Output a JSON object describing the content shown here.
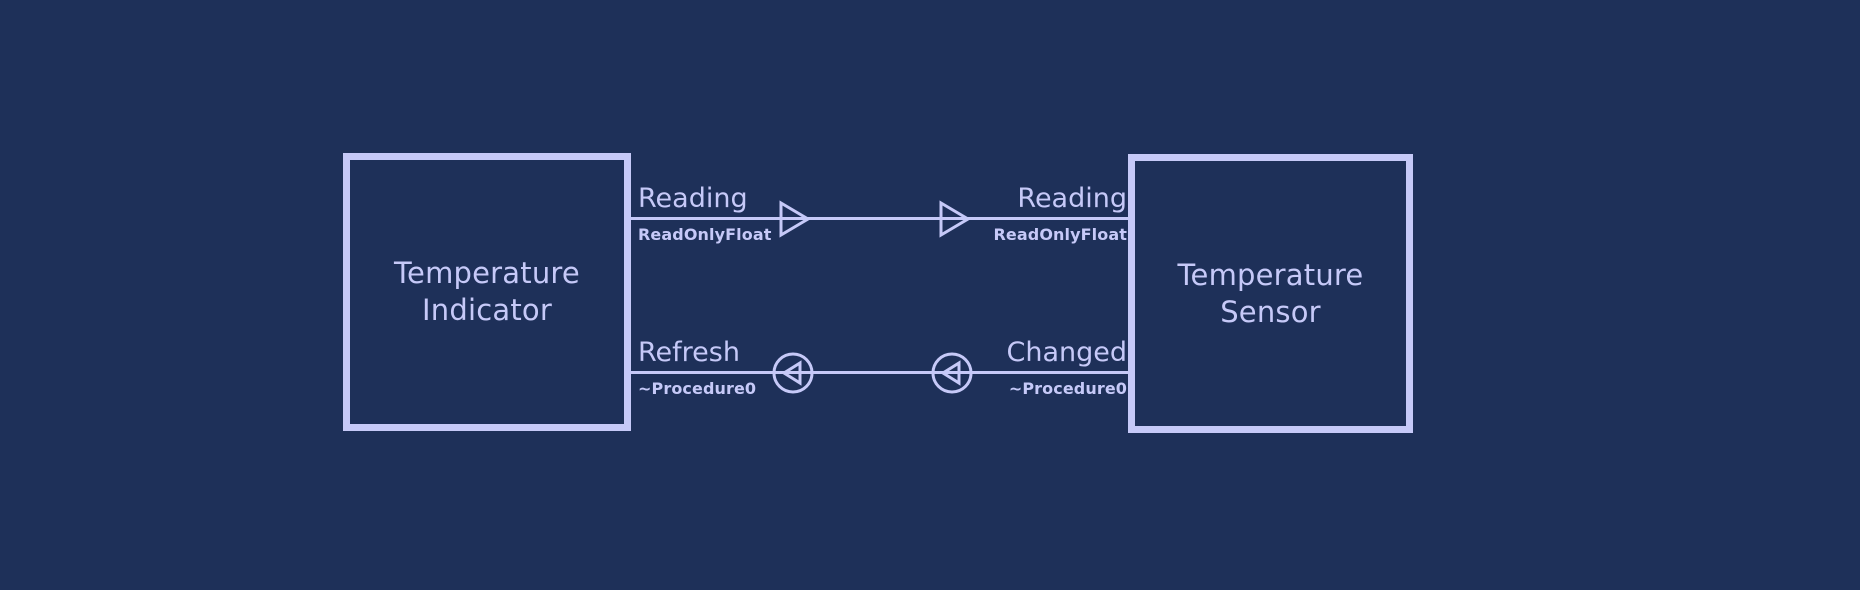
{
  "diagram": {
    "type": "component-connection-diagram",
    "background_color": "#1e3059",
    "accent_color": "#c6c9f8",
    "components": [
      {
        "id": "temperature-indicator",
        "title": "Temperature\nIndicator"
      },
      {
        "id": "temperature-sensor",
        "title": "Temperature\nSensor"
      }
    ],
    "connections": [
      {
        "id": "reading",
        "source_port_name": "Reading",
        "source_port_type": "ReadOnlyFloat",
        "target_port_name": "Reading",
        "target_port_type": "ReadOnlyFloat",
        "source_marker": "triangle-right-outline",
        "target_marker": "triangle-right-outline"
      },
      {
        "id": "refresh-changed",
        "source_port_name": "Refresh",
        "source_port_type": "~Procedure0",
        "target_port_name": "Changed",
        "target_port_type": "~Procedure0",
        "source_marker": "circle-triangle-left-outline",
        "target_marker": "circle-triangle-left-outline"
      }
    ]
  }
}
